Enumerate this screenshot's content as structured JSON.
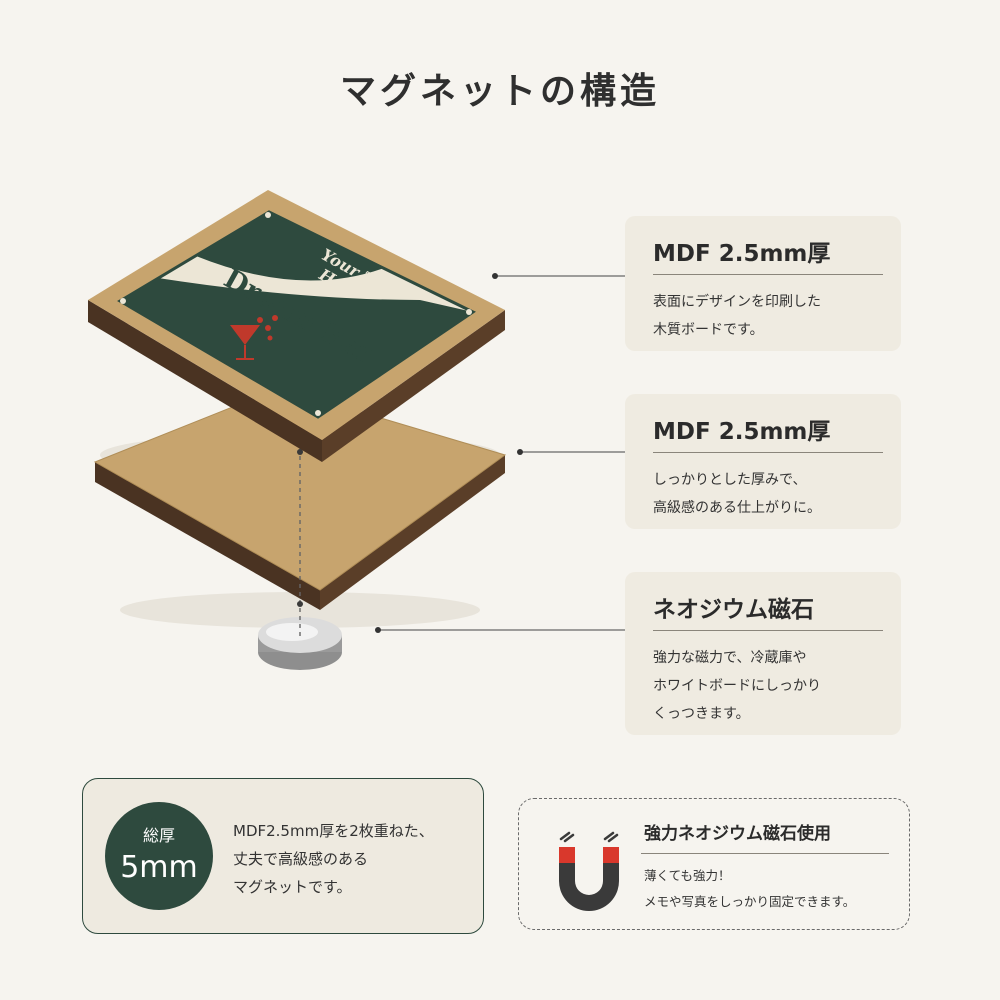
{
  "page": {
    "title": "マグネットの構造"
  },
  "illustration": {
    "print_line1": "Your Text",
    "print_line2": "Here",
    "print_main": "Dream Bar",
    "colors": {
      "print_green": "#2e4a3e",
      "print_cream": "#ece6d6",
      "wood": "#c7a46e",
      "wood_edge": "#4a3322",
      "glass": "#c0392b"
    }
  },
  "cards": [
    {
      "title": "MDF 2.5mm厚",
      "lines": [
        "表面にデザインを印刷した",
        "木質ボードです。"
      ]
    },
    {
      "title": "MDF 2.5mm厚",
      "lines": [
        "しっかりとした厚みで、",
        "高級感のある仕上がりに。"
      ]
    },
    {
      "title": "ネオジウム磁石",
      "lines": [
        "強力な磁力で、冷蔵庫や",
        "ホワイトボードにしっかり",
        "くっつきます。"
      ]
    }
  ],
  "thickness": {
    "badge_label": "総厚",
    "badge_value": "5mm",
    "lines": [
      "MDF2.5mm厚を2枚重ねた、",
      "丈夫で高級感のある",
      "マグネットです。"
    ]
  },
  "neodymium": {
    "title": "強力ネオジウム磁石使用",
    "lines": [
      "薄くても強力！",
      "メモや写真をしっかり固定できます。"
    ],
    "icon": "horseshoe-magnet-icon"
  },
  "colors": {
    "background": "#f6f4ef",
    "card": "#efebe1",
    "accent": "#2e4a3e",
    "magnet_red": "#d9382c"
  }
}
